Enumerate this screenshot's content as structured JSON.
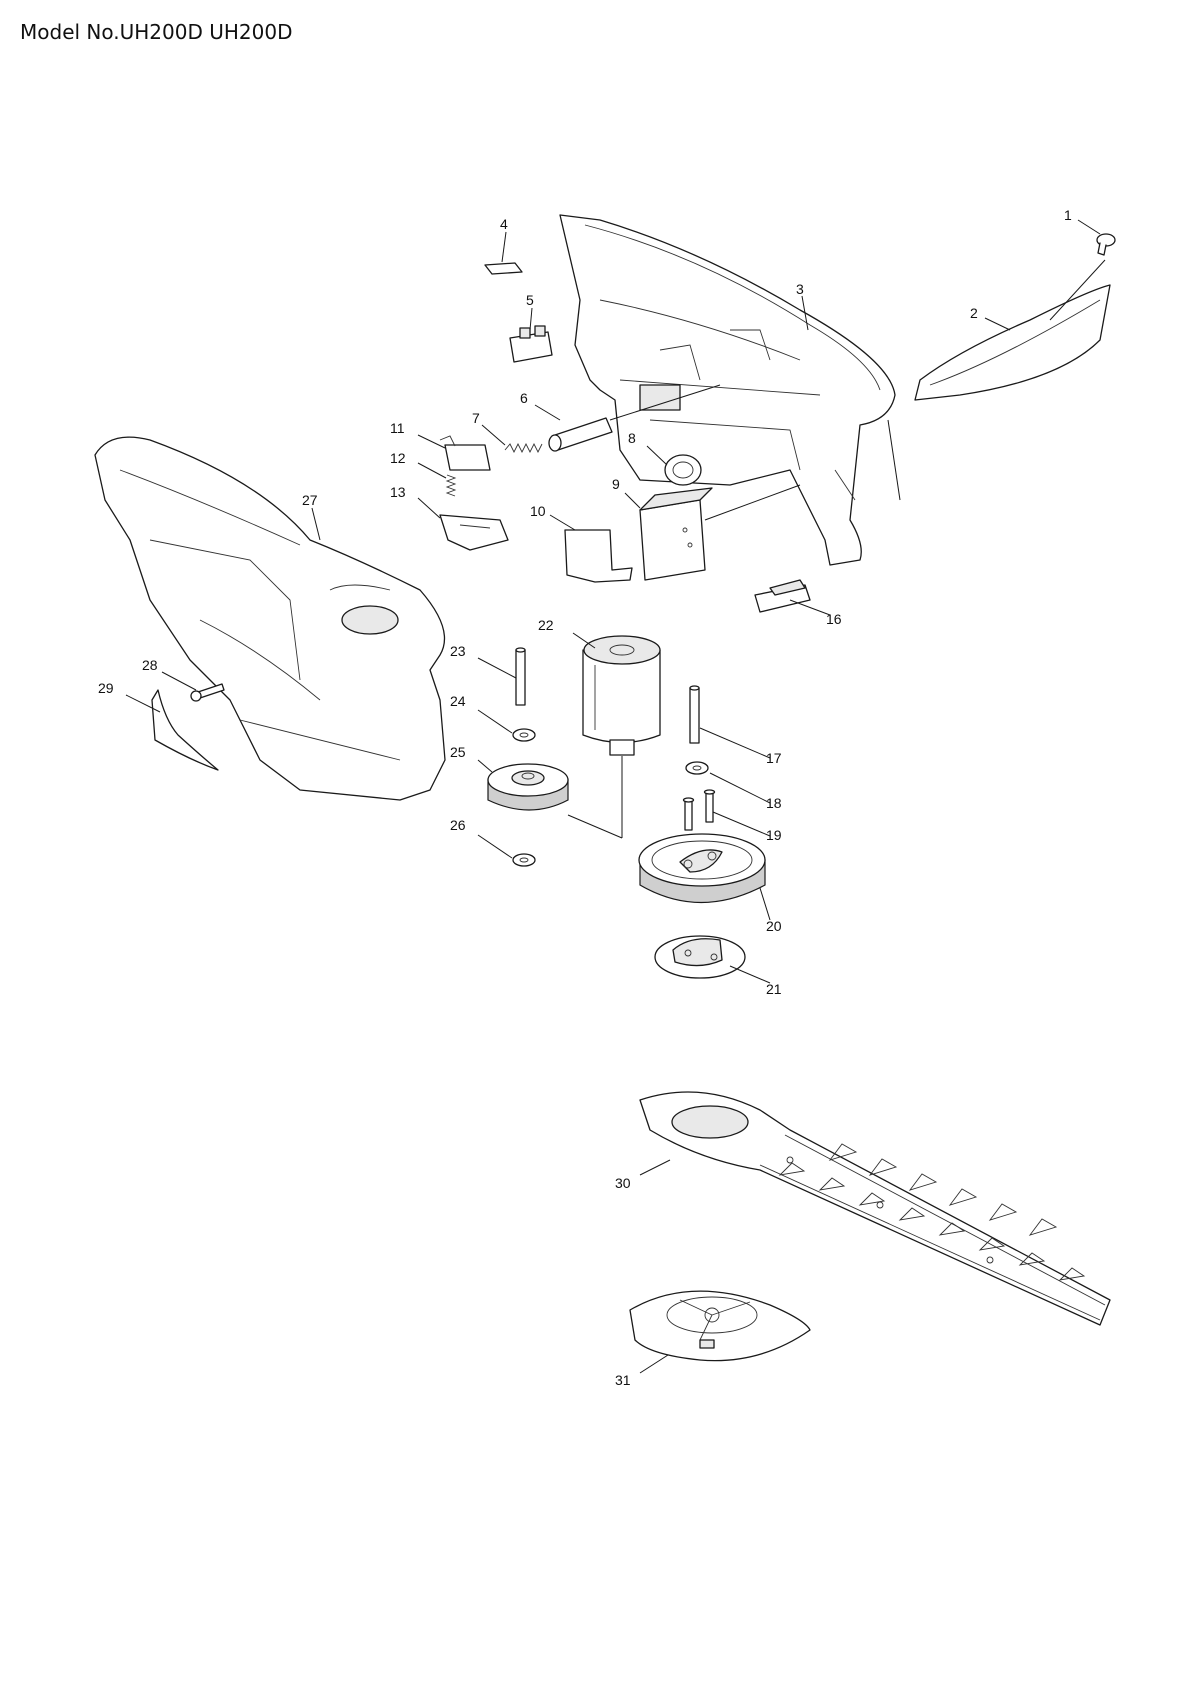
{
  "header": {
    "title": "Model No.UH200D UH200D"
  },
  "callouts": [
    "1",
    "2",
    "3",
    "4",
    "5",
    "6",
    "7",
    "8",
    "9",
    "10",
    "11",
    "12",
    "13",
    "16",
    "17",
    "18",
    "19",
    "20",
    "21",
    "22",
    "23",
    "24",
    "25",
    "26",
    "27",
    "28",
    "29",
    "30",
    "31"
  ]
}
